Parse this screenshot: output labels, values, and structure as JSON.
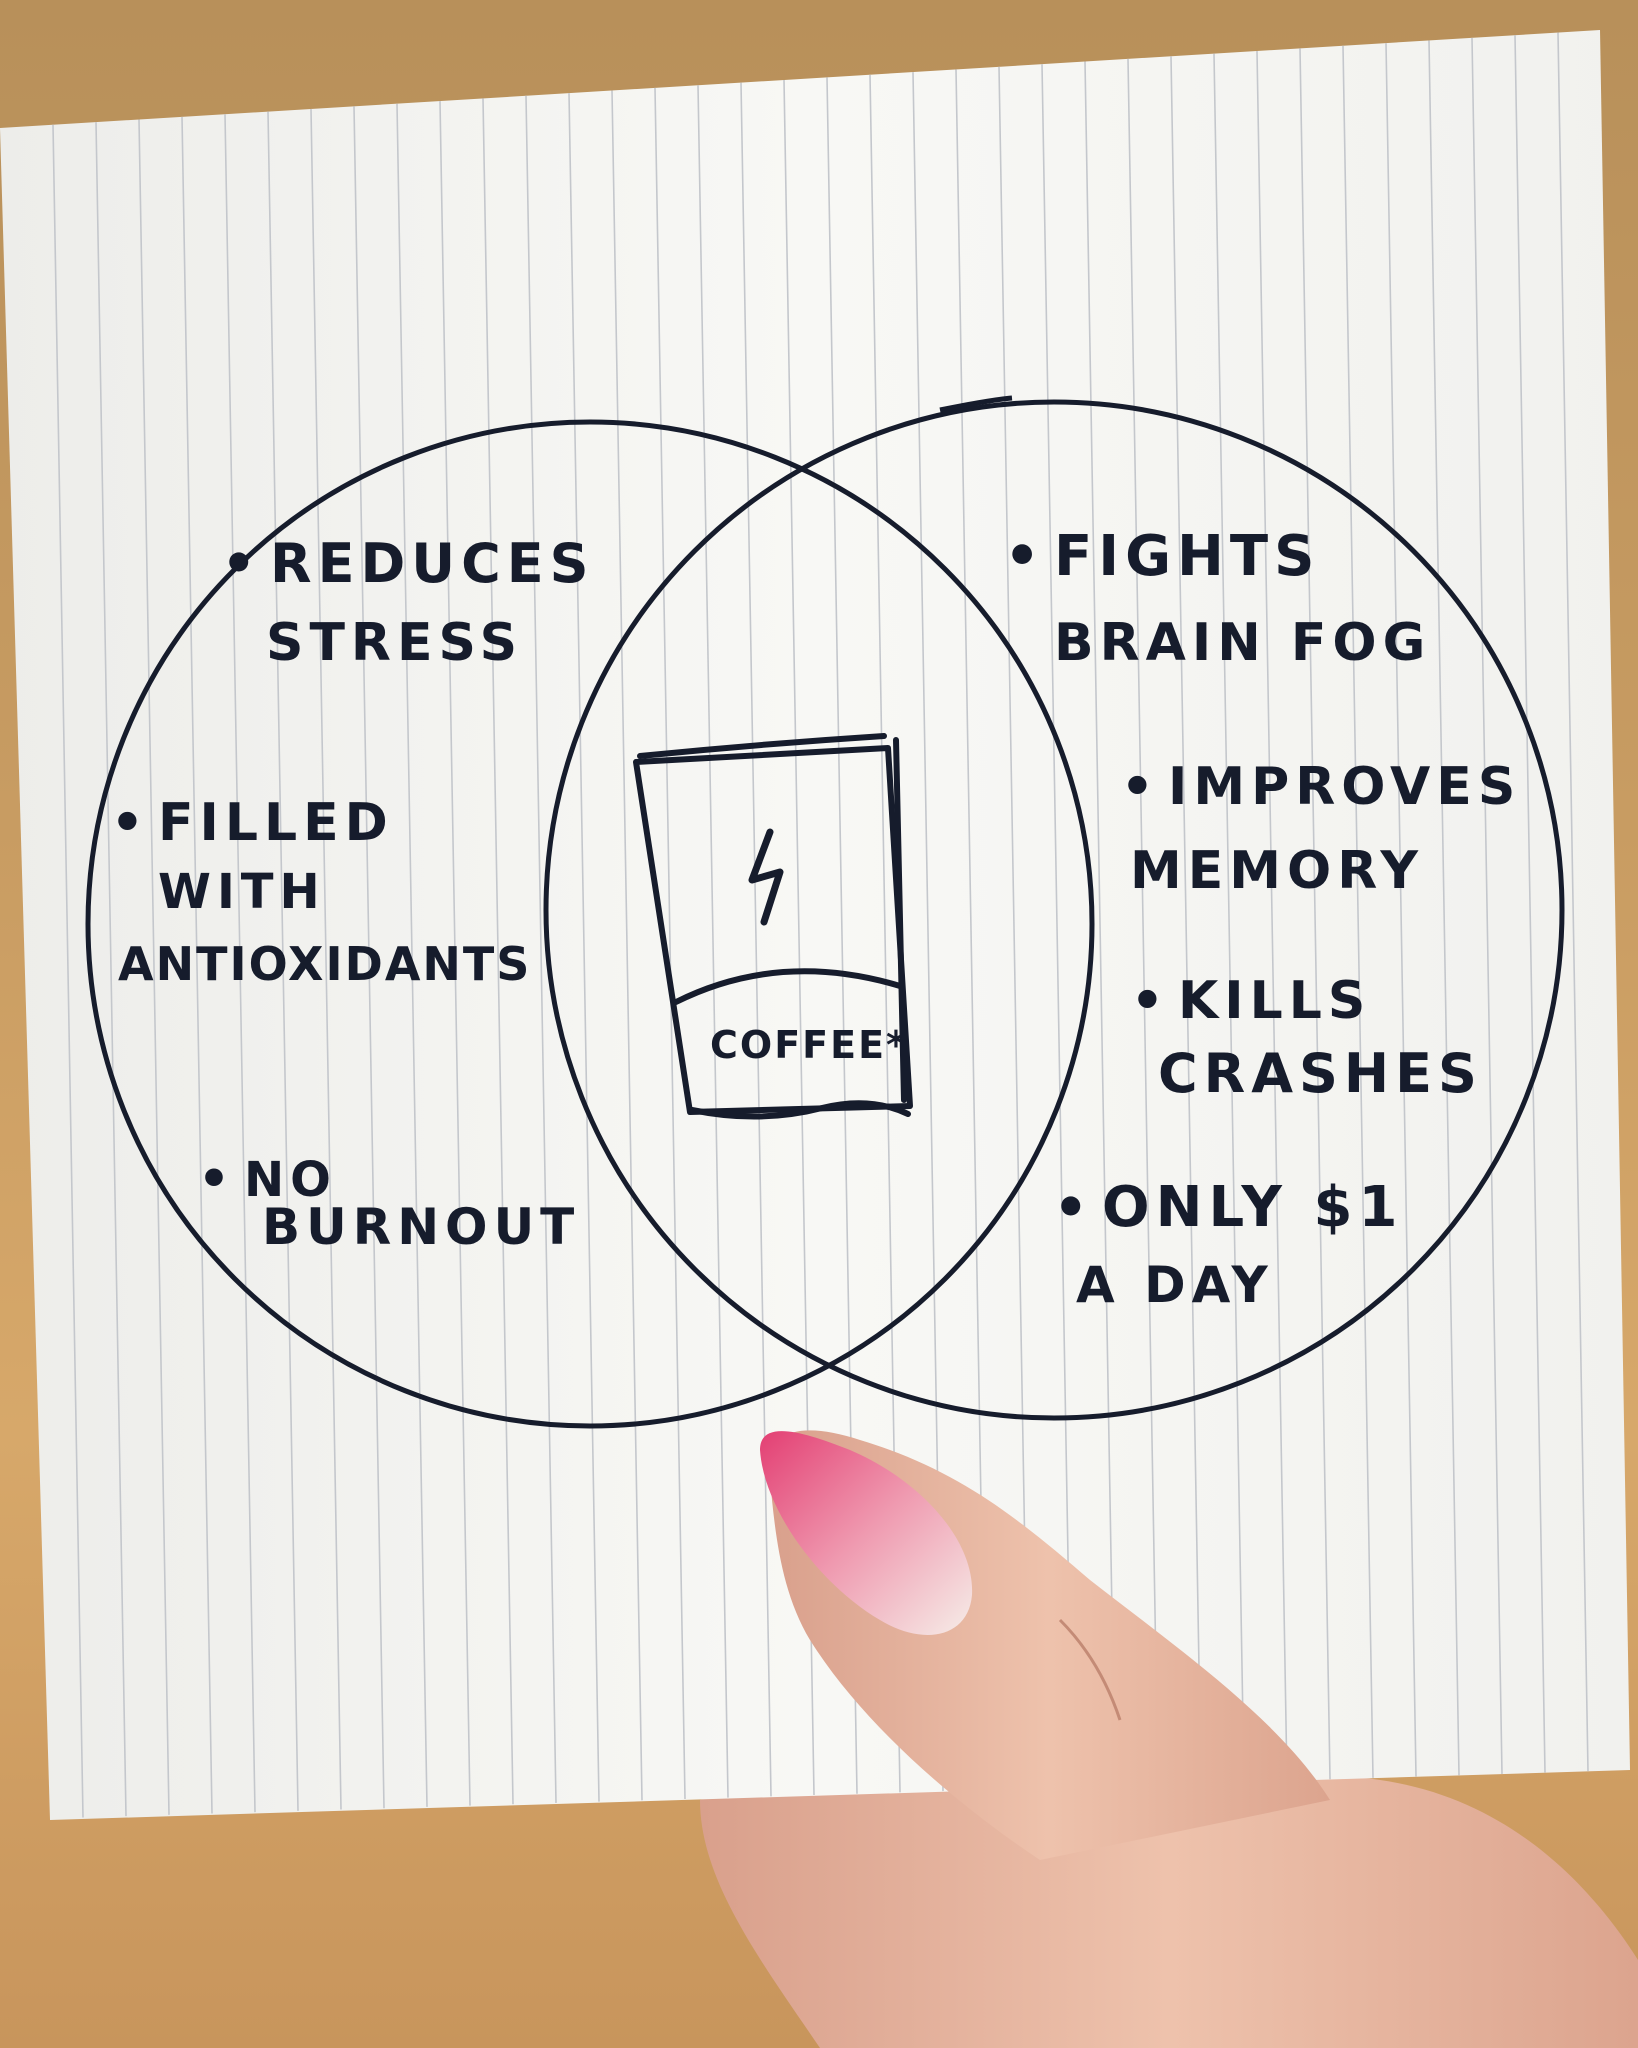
{
  "diagram": {
    "type": "venn",
    "left_set": {
      "items": [
        {
          "bullet": "•",
          "lines": [
            "REDUCES",
            "STRESS"
          ]
        },
        {
          "bullet": "•",
          "lines": [
            "FILLED",
            "WITH",
            "ANTIOXIDANTS"
          ]
        },
        {
          "bullet": "•",
          "lines": [
            "NO",
            "BURNOUT"
          ]
        }
      ]
    },
    "right_set": {
      "items": [
        {
          "bullet": "•",
          "lines": [
            "FIGHTS",
            "BRAIN FOG"
          ]
        },
        {
          "bullet": "•",
          "lines": [
            "IMPROVES",
            "MEMORY"
          ]
        },
        {
          "bullet": "•",
          "lines": [
            "KILLS",
            "CRASHES"
          ]
        },
        {
          "bullet": "•",
          "lines": [
            "ONLY $1",
            "A DAY"
          ]
        }
      ]
    },
    "intersection": {
      "icon": "coffee-cup-icon",
      "cup_icon": "lightning-bolt-icon",
      "cup_label": "COFFEE*"
    }
  },
  "colors": {
    "ink": "#161c2c",
    "paper": "#f6f6f3",
    "rule_lines": "#c4c7cc",
    "background": "#c89c62",
    "nail": "#e8527a",
    "skin": "#e6b8a2"
  }
}
